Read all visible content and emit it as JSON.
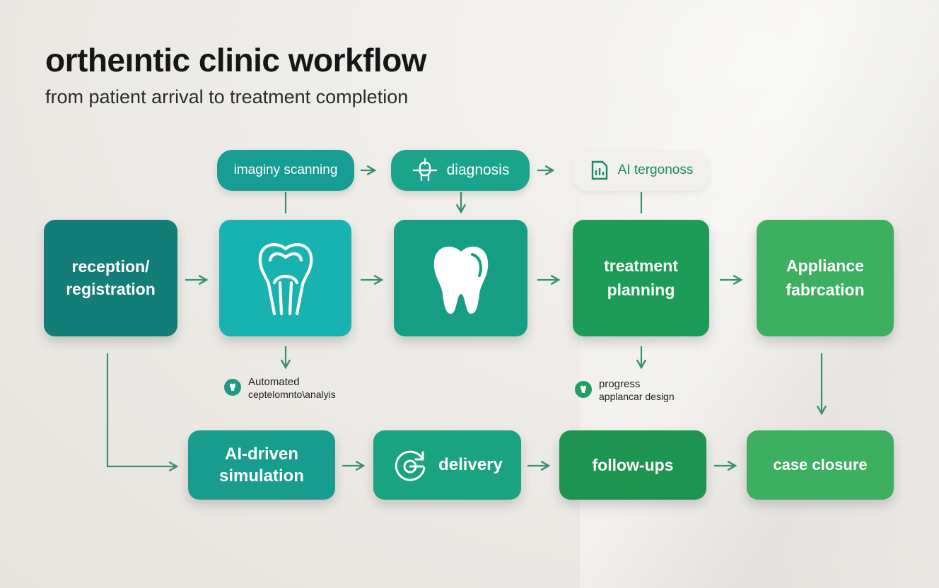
{
  "header": {
    "title": "ortheıntic clinic workflow",
    "subtitle": "from patient arrival to treatment completion"
  },
  "top_pills": {
    "imaging": "imaginy scanning",
    "diagnosis": "diagnosis",
    "ai": "AI tergonoss"
  },
  "main_steps": {
    "reception_l1": "reception/",
    "reception_l2": "registration",
    "treatment_l1": "treatment",
    "treatment_l2": "planning",
    "appliance_l1": "Appliance",
    "appliance_l2": "fabrcation"
  },
  "notes": {
    "automated_l1": "Automated",
    "automated_l2": "ceptelomnto\\analyis",
    "progress_l1": "progress",
    "progress_l2": "applancar design"
  },
  "bottom_steps": {
    "sim_l1": "AI-driven",
    "sim_l2": "simulation",
    "delivery": "delivery",
    "followups": "follow-ups",
    "closure": "case closure"
  },
  "colors": {
    "teal_dark": "#137d78",
    "teal_bright": "#18b3b0",
    "teal_green": "#169e84",
    "green": "#1d9c57",
    "green_light": "#3cb060",
    "arrow": "#3b8f74"
  },
  "icons": {
    "imaging_box": "tooth-arch-icon",
    "diagnosis_box": "tooth-icon",
    "diagnosis_pill": "tooth-scan-icon",
    "ai_pill": "document-chart-icon",
    "delivery": "refresh-target-icon"
  }
}
